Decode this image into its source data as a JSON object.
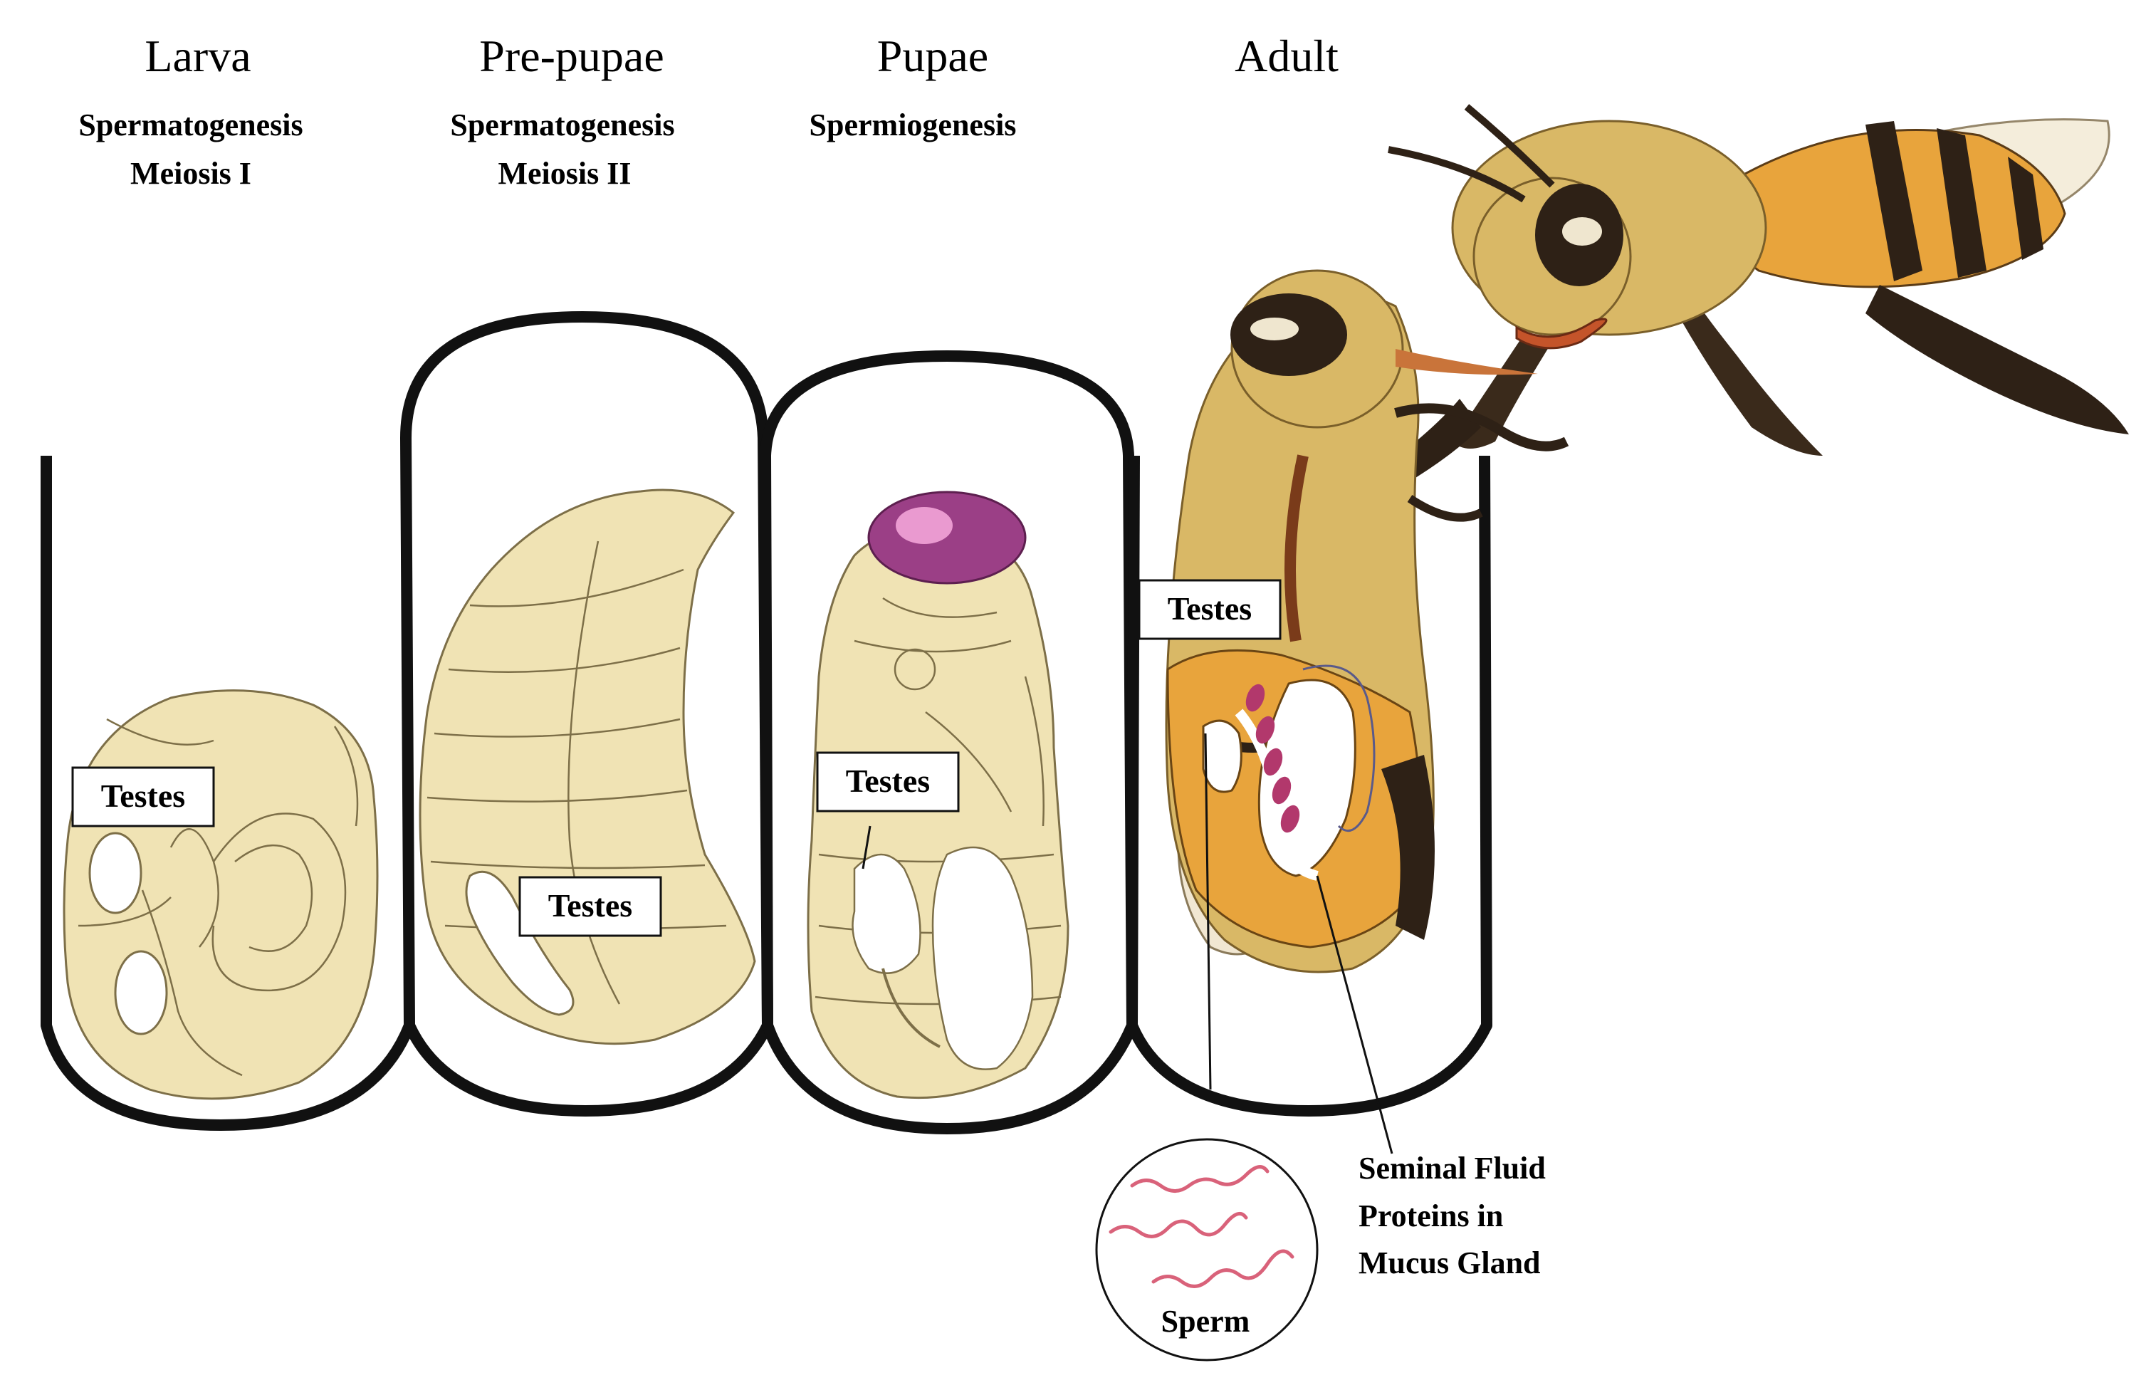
{
  "stages": [
    {
      "title": "Larva",
      "line1": "Spermatogenesis",
      "line2": "Meiosis I"
    },
    {
      "title": "Pre-pupae",
      "line1": "Spermatogenesis",
      "line2": "Meiosis II"
    },
    {
      "title": "Pupae",
      "line1": "Spermiogenesis",
      "line2": ""
    },
    {
      "title": "Adult",
      "line1": "",
      "line2": ""
    }
  ],
  "organ_label": "Testes",
  "sperm_label": "Sperm",
  "seminal_note": {
    "line1": "Seminal Fluid",
    "line2": "Proteins in",
    "line3": "Mucus Gland"
  },
  "colors": {
    "outline": "#111111",
    "body_cream": "#f0e3b4",
    "body_stroke": "#7d6f48",
    "testes_fill": "#ffffff",
    "eye_magenta": "#9b3f86",
    "bee_amber": "#e8a43c",
    "bee_fur": "#d9b866",
    "bee_dark": "#2e2116",
    "gland_pink": "#b2386c",
    "sperm_pink": "#d9627a"
  }
}
